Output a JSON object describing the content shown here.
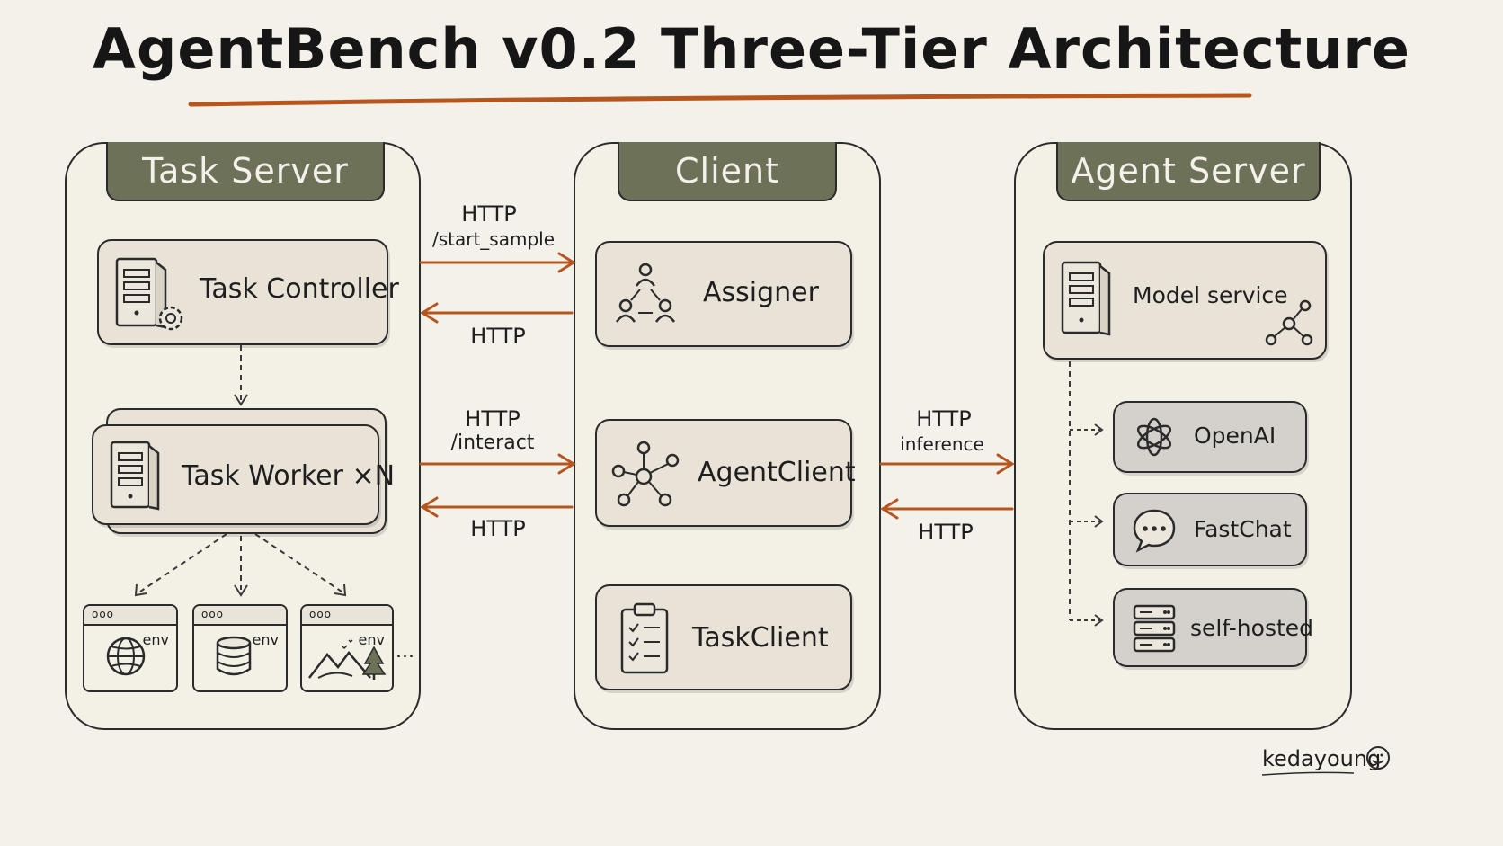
{
  "title": "AgentBench v0.2 Three-Tier Architecture",
  "colors": {
    "accent": "#b5561e",
    "header_fill": "#6d7158",
    "background": "#f4f1ea",
    "card_fill": "#e9e2d6",
    "card_grey": "#d4d1cc"
  },
  "task_server": {
    "header": "Task Server",
    "controller": {
      "label": "Task Controller",
      "icon": "server-gear-icon"
    },
    "worker": {
      "label": "Task Worker ×N",
      "icon": "server-icon"
    },
    "envs": [
      {
        "label": "env",
        "icon": "globe-icon"
      },
      {
        "label": "env",
        "icon": "database-icon"
      },
      {
        "label": "env",
        "icon": "landscape-icon"
      }
    ],
    "more": "..."
  },
  "client": {
    "header": "Client",
    "assigner": {
      "label": "Assigner",
      "icon": "people-network-icon"
    },
    "agent_client": {
      "label": "AgentClient",
      "icon": "network-nodes-icon"
    },
    "task_client": {
      "label": "TaskClient",
      "icon": "clipboard-checklist-icon"
    }
  },
  "agent_server": {
    "header": "Agent Server",
    "model_service": {
      "label": "Model service",
      "icon": "server-network-icon"
    },
    "backends": [
      {
        "label": "OpenAI",
        "icon": "openai-icon"
      },
      {
        "label": "FastChat",
        "icon": "chat-bubble-icon"
      },
      {
        "label": "self-hosted",
        "icon": "server-rack-icon"
      }
    ]
  },
  "connections": {
    "start_req_line1": "HTTP",
    "start_req_line2": "/start_sample",
    "start_resp": "HTTP",
    "interact_req_line1": "HTTP",
    "interact_req_line2": "/interact",
    "interact_resp": "HTTP",
    "inference_req_line1": "HTTP",
    "inference_req_line2": "inference",
    "inference_resp": "HTTP"
  },
  "signature": "kedayoung"
}
